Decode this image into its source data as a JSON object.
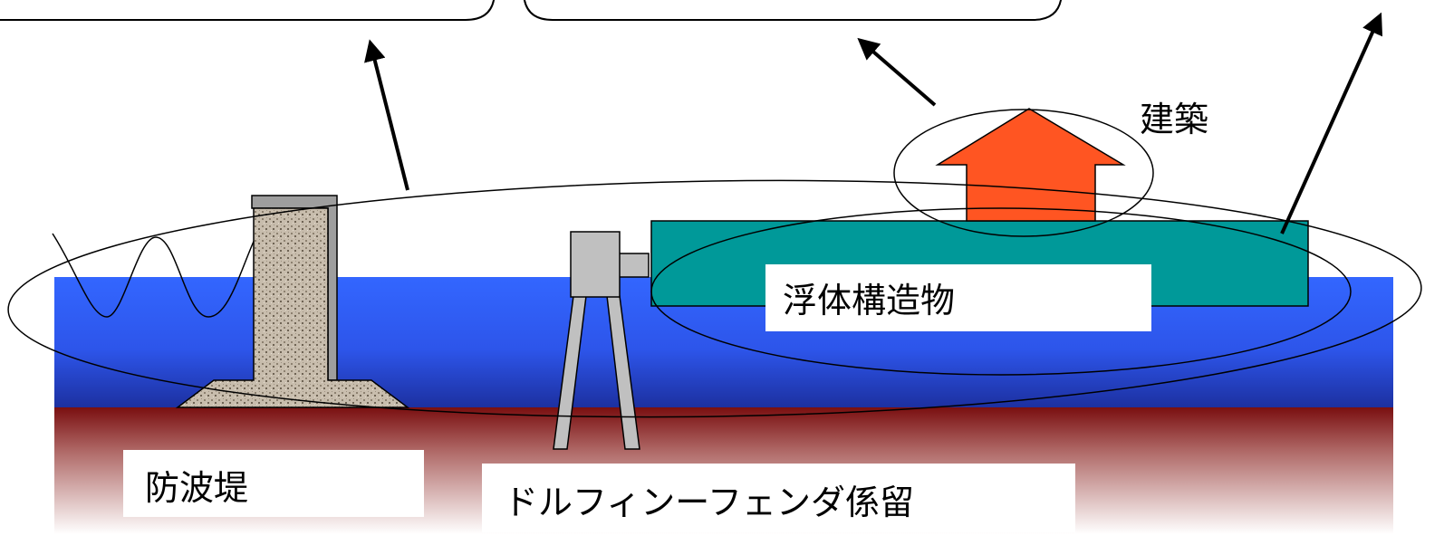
{
  "labels": {
    "architecture": "建築",
    "floating_structure": "浮体構造物",
    "breakwater": "防波堤",
    "dolphin_fender_mooring": "ドルフィンーフェンダ係留"
  },
  "colors": {
    "sea_top": "#3366ff",
    "sea_bottom": "#1c2f9e",
    "seabed_top": "#8b1a1a",
    "house": "#ff5522",
    "floating_body": "#009999",
    "breakwater_fill": "#b8ad9c",
    "dolphin_fill": "#c0c0c0",
    "stroke": "#000000"
  },
  "icons": [
    "wave-icon",
    "house-icon",
    "breakwater-icon",
    "dolphin-pile-icon"
  ]
}
